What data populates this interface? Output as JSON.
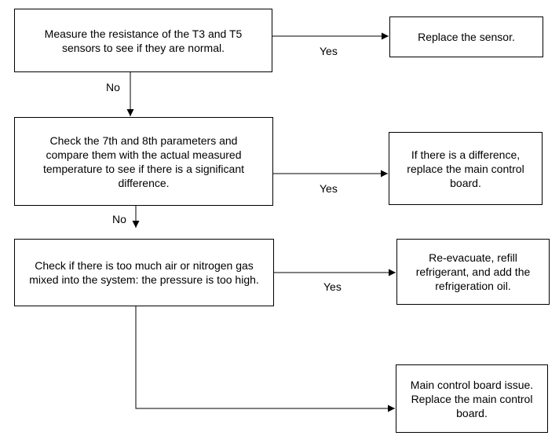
{
  "nodes": {
    "check_t3_t5": "Measure the resistance of the T3 and T5 sensors to see if they are normal.",
    "replace_sensor": "Replace the sensor.",
    "check_parameters": "Check the 7th and 8th parameters and compare them with the actual measured temperature to see if there is a significant difference.",
    "replace_board_difference": "If there is a difference, replace the main control board.",
    "check_air_nitrogen": "Check if there is too much air or nitrogen gas mixed into the system: the pressure is too high.",
    "reevacuate": "Re-evacuate, refill refrigerant, and add the refrigeration oil.",
    "main_board_issue": "Main control board issue. Replace the main control board."
  },
  "edge_labels": {
    "yes_1": "Yes",
    "no_1": "No",
    "yes_2": "Yes",
    "no_2": "No",
    "yes_3": "Yes"
  }
}
